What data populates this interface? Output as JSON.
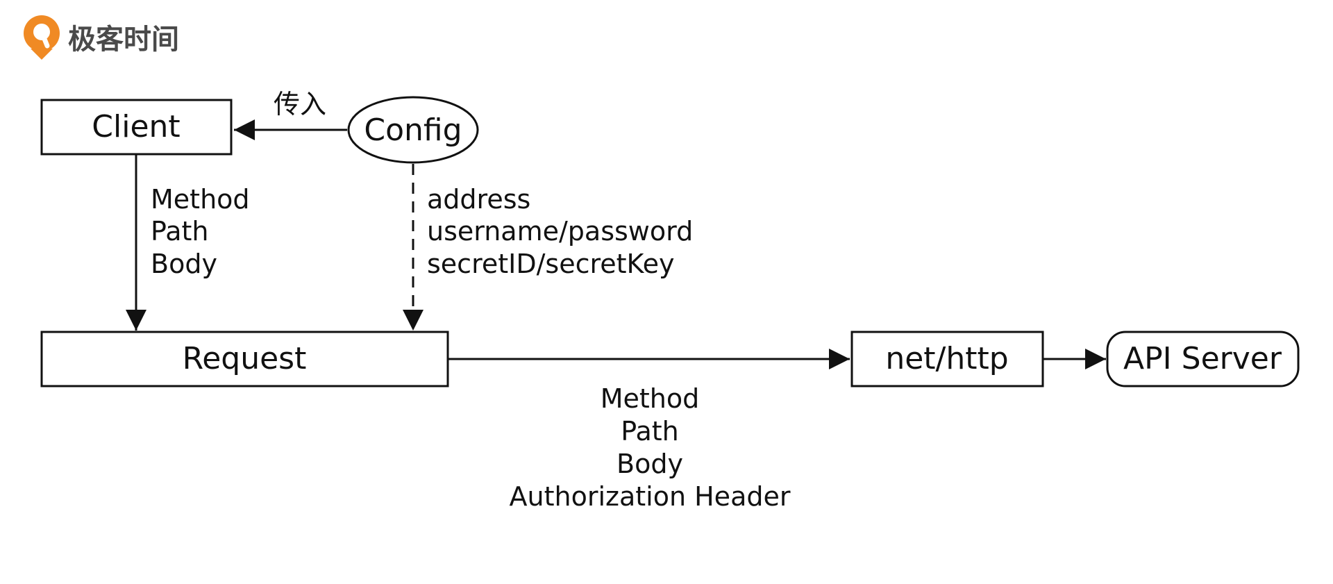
{
  "brand": {
    "logo_text": "极客时间",
    "accent_color": "#f08a24"
  },
  "nodes": {
    "client": "Client",
    "config": "Config",
    "request": "Request",
    "net_http": "net/http",
    "api_server": "API Server"
  },
  "edges": {
    "config_to_client_label": "传入",
    "client_to_request_lines": [
      "Method",
      "Path",
      "Body"
    ],
    "config_to_request_lines": [
      "address",
      "username/password",
      "secretID/secretKey"
    ],
    "request_to_nethttp_lines": [
      "Method",
      "Path",
      "Body",
      "Authorization Header"
    ]
  },
  "colors": {
    "stroke": "#111111",
    "text": "#111111",
    "brand_text": "#4a4a4a"
  }
}
